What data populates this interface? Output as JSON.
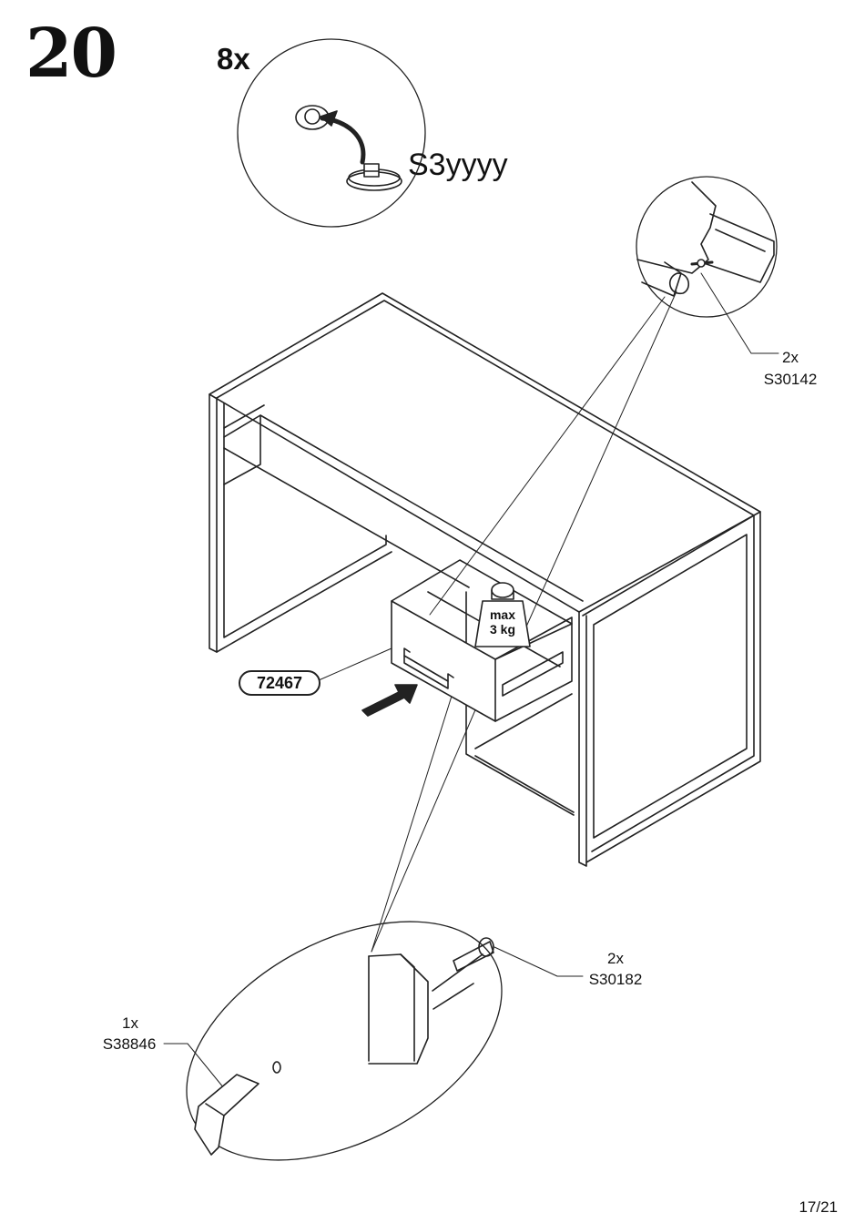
{
  "step": {
    "number": "20"
  },
  "detail_top": {
    "quantity": "8x",
    "part": "S3yyyy"
  },
  "callouts": {
    "rail_screws": {
      "quantity": "2x",
      "part": "S30142"
    },
    "handle_screws": {
      "quantity": "2x",
      "part": "S30182"
    },
    "handle": {
      "quantity": "1x",
      "part": "S38846"
    }
  },
  "drawer_part": "72467",
  "weight_limit": {
    "line1": "max",
    "line2": "3 kg"
  },
  "page": {
    "number": "17/21"
  }
}
